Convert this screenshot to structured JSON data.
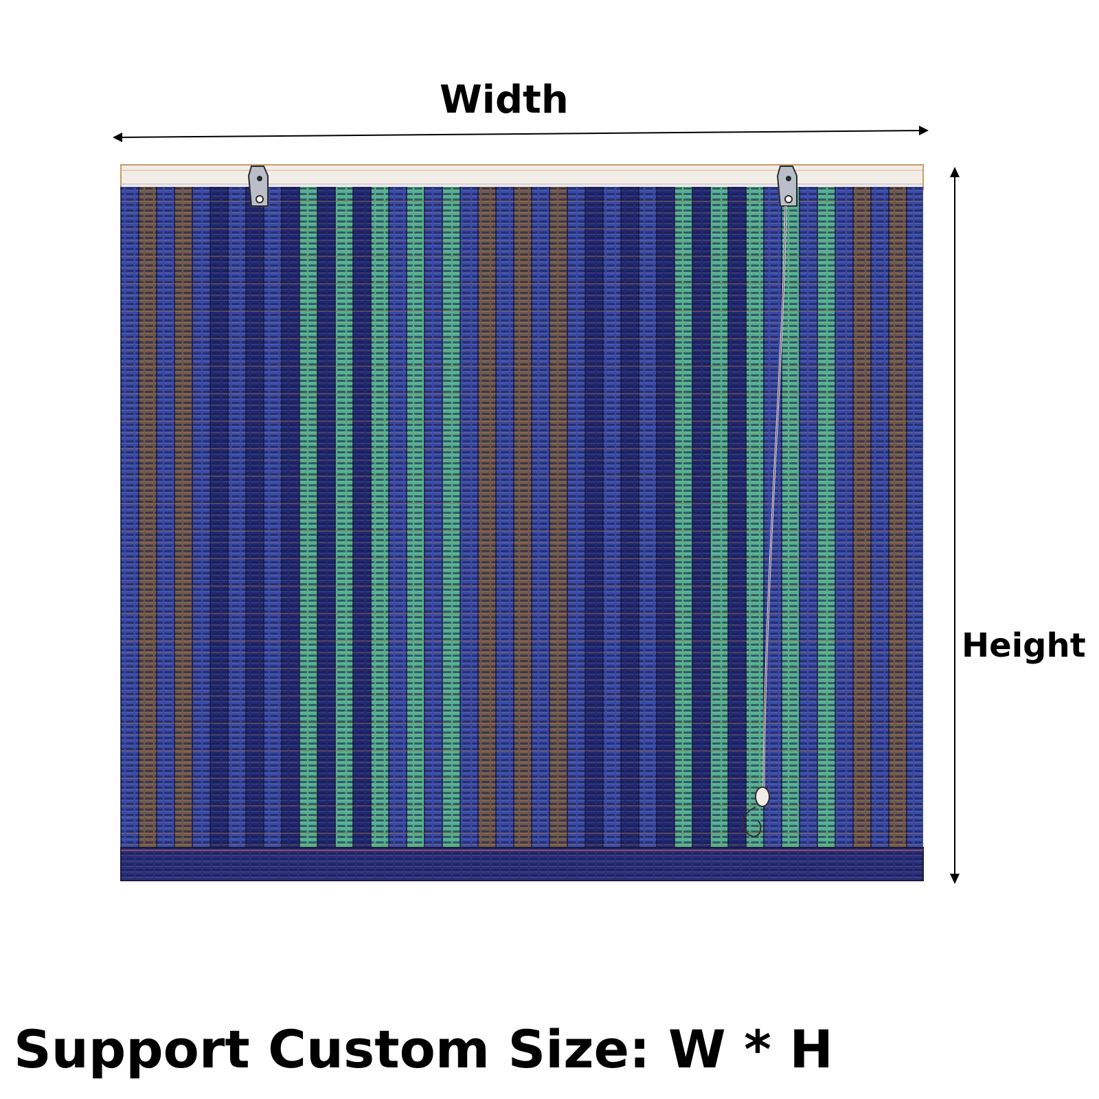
{
  "labels": {
    "width": "Width",
    "height": "Height",
    "caption": "Support Custom Size: W * H"
  },
  "colors": {
    "text": "#000000",
    "background": "#ffffff",
    "shade_blue": "#3b4aa3",
    "shade_green": "#5bbf8a",
    "shade_navy": "#1e2266",
    "shade_brown": "#7a5a3a",
    "rail": "#f2ede6",
    "bracket": "#8a8f9a"
  },
  "icons": {
    "width_arrow": "double-headed-horizontal-arrow",
    "height_arrow": "double-headed-vertical-arrow",
    "bracket": "mounting-bracket",
    "cord": "pull-cord"
  }
}
